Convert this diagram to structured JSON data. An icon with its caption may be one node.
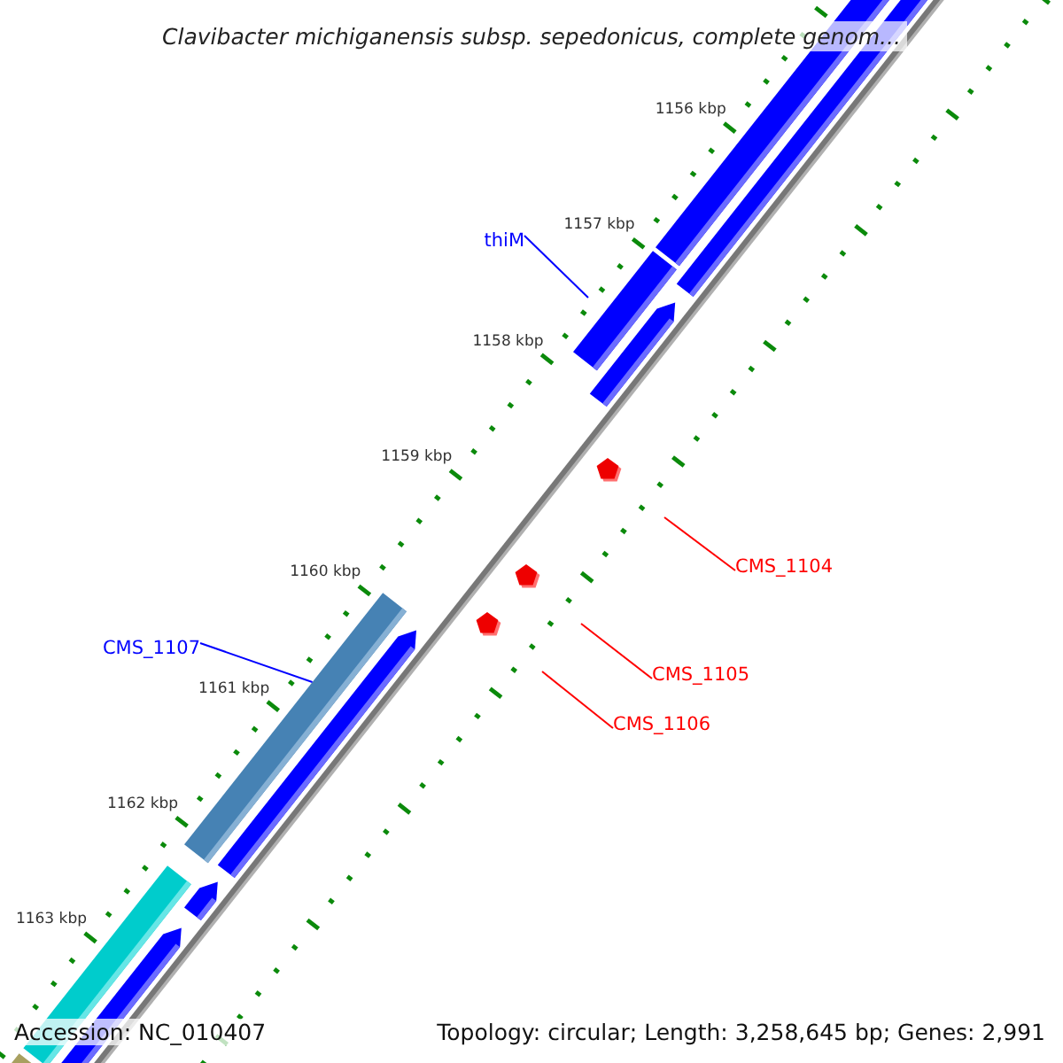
{
  "diagram": {
    "title": "Clavibacter michiganensis subsp. sepedonicus, complete genom...",
    "nodes": [
      {
        "text": [
          "thiM"
        ]
      },
      {
        "text": [
          "CMS_1104"
        ]
      },
      {
        "text": [
          "CMS_1107"
        ]
      },
      {
        "text": [
          "CMS_1105"
        ]
      },
      {
        "text": [
          "CMS_1106"
        ]
      },
      {
        "text": [],
        "shape": "bar"
      }
    ],
    "edges": [
      {
        "from": 0,
        "to": null,
        "arrow": "none",
        "color": "#0000ff"
      },
      {
        "from": 1,
        "to": null,
        "arrow": "none"
      },
      {
        "from": 2,
        "to": 5,
        "arrow": "none",
        "color": "#0000ff"
      },
      {
        "from": 3,
        "to": null,
        "arrow": "none"
      },
      {
        "from": 4,
        "to": null,
        "arrow": "none"
      }
    ],
    "labels": [
      "1156 kbp",
      "1157 kbp",
      "1158 kbp",
      "1159 kbp",
      "1160 kbp",
      "1161 kbp",
      "1162 kbp",
      "1163 kbp",
      "Accession: NC_010407",
      "Topology: circular; Length: 3,258,645 bp; Genes: 2,991"
    ]
  }
}
